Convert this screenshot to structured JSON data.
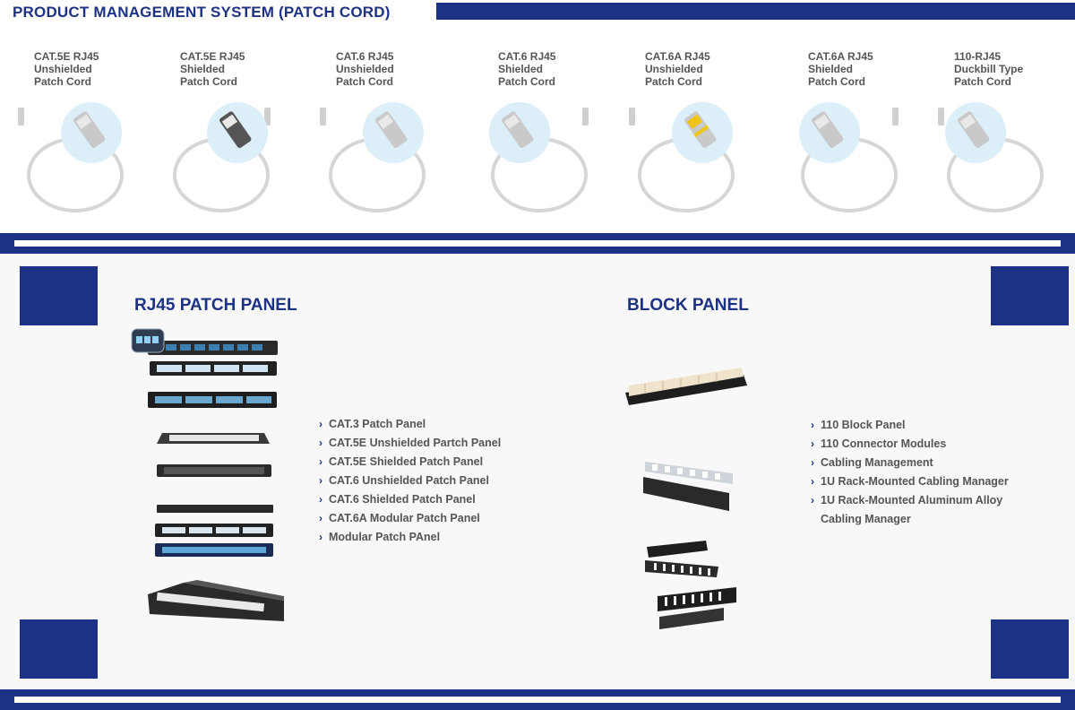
{
  "header": {
    "title": "PRODUCT MANAGEMENT SYSTEM (PATCH CORD)"
  },
  "patch_cords": [
    {
      "line1": "CAT.5E RJ45",
      "line2": "Unshielded",
      "line3": "Patch Cord"
    },
    {
      "line1": "CAT.5E RJ45",
      "line2": "Shielded",
      "line3": "Patch Cord"
    },
    {
      "line1": "CAT.6 RJ45",
      "line2": "Unshielded",
      "line3": "Patch Cord"
    },
    {
      "line1": "CAT.6 RJ45",
      "line2": "Shielded",
      "line3": "Patch Cord"
    },
    {
      "line1": "CAT.6A RJ45",
      "line2": "Unshielded",
      "line3": "Patch Cord"
    },
    {
      "line1": "CAT.6A RJ45",
      "line2": "Shielded",
      "line3": "Patch Cord"
    },
    {
      "line1": "110-RJ45",
      "line2": "Duckbill Type",
      "line3": "Patch Cord"
    }
  ],
  "rj45_section": {
    "title": "RJ45 PATCH PANEL",
    "items": [
      "CAT.3 Patch Panel",
      "CAT.5E Unshielded Partch Panel",
      "CAT.5E Shielded Patch Panel",
      "CAT.6 Unshielded Patch Panel",
      "CAT.6 Shielded Patch Panel",
      "CAT.6A Modular Patch Panel",
      "Modular Patch PAnel"
    ]
  },
  "block_section": {
    "title": "BLOCK PANEL",
    "items": [
      "110 Block Panel",
      "110 Connector Modules",
      "Cabling Management",
      "1U Rack-Mounted Cabling Manager",
      "1U Rack-Mounted Aluminum Alloy"
    ],
    "item_continuation": "Cabling Manager"
  },
  "colors": {
    "brand_navy": "#1d3284",
    "text_gray": "#555555",
    "cable_gray": "#d8d8d8",
    "bubble_blue": "#dceef8"
  }
}
